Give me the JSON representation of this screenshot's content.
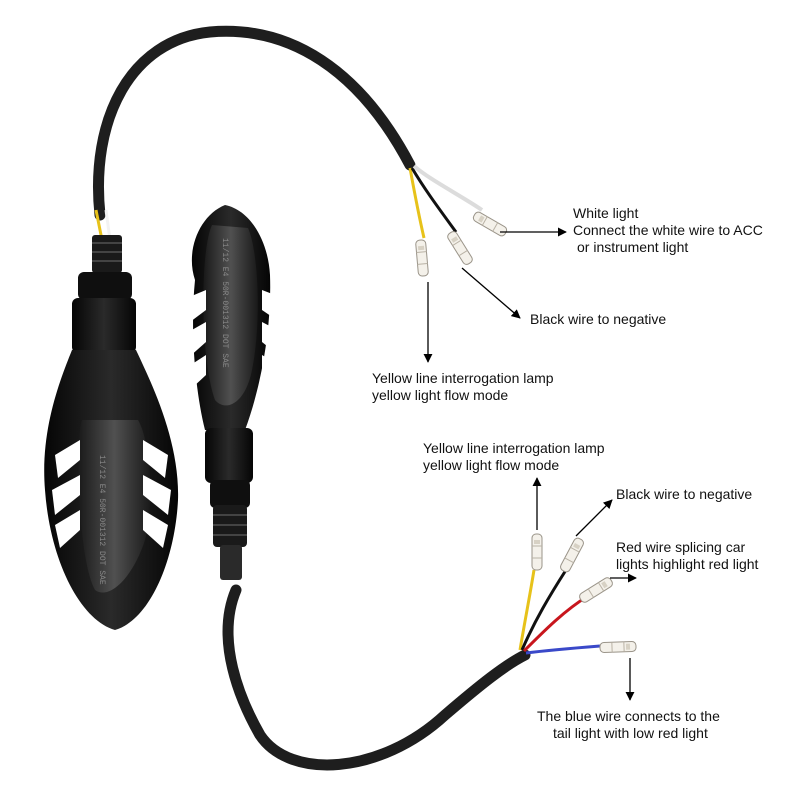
{
  "lamp_markings": {
    "marking": "11/12 E4 50R-001312 DOT SAE"
  },
  "top_lamp": {
    "white_wire": {
      "line1": "White light",
      "line2": "Connect the white wire to ACC",
      "line3": "or instrument light"
    },
    "black_wire": "Black wire to negative",
    "yellow_wire": {
      "line1": "Yellow line interrogation lamp",
      "line2": "yellow light flow mode"
    }
  },
  "bottom_lamp": {
    "yellow_wire": {
      "line1": "Yellow line interrogation lamp",
      "line2": "yellow light flow mode"
    },
    "black_wire": "Black wire to negative",
    "red_wire": {
      "line1": "Red wire splicing car",
      "line2": "lights highlight red light"
    },
    "blue_wire": {
      "line1": "The blue wire connects to the",
      "line2": "tail light with low red light"
    }
  },
  "colors": {
    "cable": "#1e1e1e",
    "lamp_body": "#141414",
    "wire_yellow": "#e7c21a",
    "wire_white": "#f2f2f2",
    "wire_red": "#c8161d",
    "wire_blue": "#3a49c9",
    "wire_black": "#111111",
    "connector": "#f4f1ea"
  }
}
